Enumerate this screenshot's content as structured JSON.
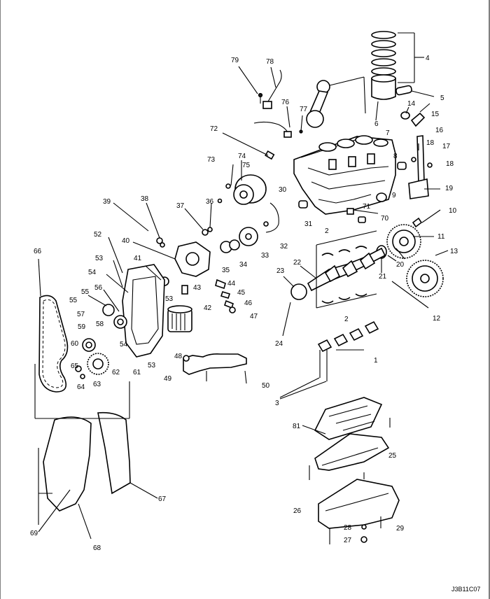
{
  "diagram": {
    "code": "J3B11C07",
    "callouts": [
      "1",
      "2",
      "3",
      "4",
      "5",
      "6",
      "7",
      "8",
      "9",
      "10",
      "11",
      "12",
      "13",
      "14",
      "15",
      "16",
      "17",
      "18",
      "19",
      "20",
      "21",
      "22",
      "23",
      "24",
      "25",
      "26",
      "27",
      "28",
      "29",
      "30",
      "31",
      "32",
      "33",
      "34",
      "35",
      "36",
      "37",
      "38",
      "39",
      "40",
      "41",
      "42",
      "43",
      "44",
      "45",
      "46",
      "47",
      "48",
      "49",
      "50",
      "52",
      "53",
      "54",
      "55",
      "56",
      "57",
      "58",
      "59",
      "60",
      "61",
      "62",
      "63",
      "64",
      "65",
      "66",
      "67",
      "68",
      "69",
      "70",
      "71",
      "72",
      "73",
      "74",
      "75",
      "76",
      "77",
      "78",
      "79",
      "81"
    ]
  }
}
